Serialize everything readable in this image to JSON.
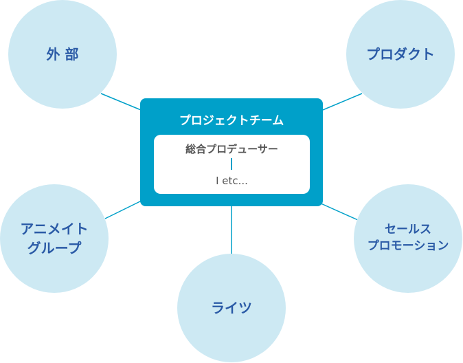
{
  "center": {
    "title": "プロジェクトチーム",
    "role": "総合プロデューサー",
    "etc": "I etc..."
  },
  "nodes": [
    {
      "id": "external",
      "label": "外 部"
    },
    {
      "id": "product",
      "label": "プロダクト"
    },
    {
      "id": "anime",
      "label": "アニメイト\nグループ"
    },
    {
      "id": "rights",
      "label": "ライツ"
    },
    {
      "id": "sales",
      "label": "セールス\nプロモーション"
    }
  ],
  "colors": {
    "accent": "#00a0c9",
    "circle": "#cde9f3",
    "text": "#2a5aa6"
  }
}
